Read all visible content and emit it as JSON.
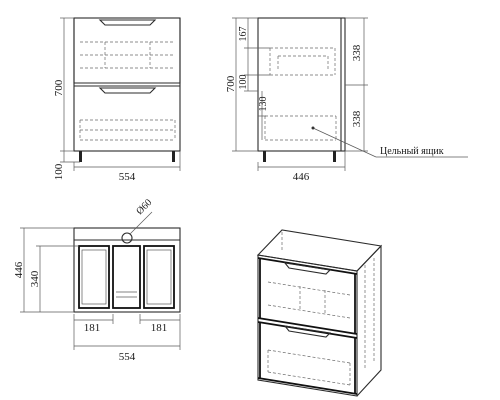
{
  "front_view": {
    "height_700": "700",
    "legs_100": "100",
    "width_554": "554"
  },
  "side_view": {
    "height_700": "700",
    "drawer_167": "167",
    "drawer_100": "100",
    "drawer_130": "130",
    "upper_338": "338",
    "lower_338": "338",
    "depth_446": "446",
    "callout": "Цельный ящик"
  },
  "top_view": {
    "depth_446": "446",
    "inner_340": "340",
    "hole_diameter": "Ø60",
    "left_181": "181",
    "right_181": "181",
    "width_554": "554"
  }
}
